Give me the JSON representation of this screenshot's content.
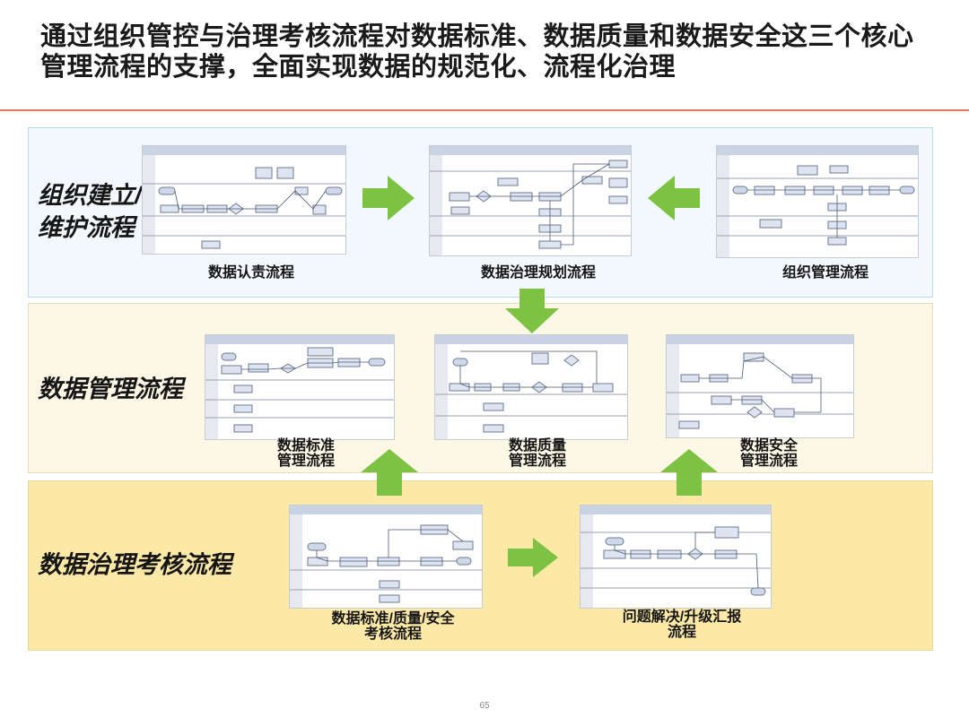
{
  "slide": {
    "title_line1": "通过组织管控与治理考核流程对数据标准、数据质量和数据安全这三个核心",
    "title_line2": "管理流程的支撑，全面实现数据的规范化、流程化治理",
    "page_number": "65"
  },
  "bands": {
    "org": {
      "label_line1": "组织建立/",
      "label_line2": "维护流程",
      "flows": [
        {
          "caption": "数据认责流程"
        },
        {
          "caption": "数据治理规划流程"
        },
        {
          "caption": "组织管理流程"
        }
      ]
    },
    "mgmt": {
      "label": "数据管理流程",
      "flows": [
        {
          "caption_line1": "数据标准",
          "caption_line2": "管理流程"
        },
        {
          "caption_line1": "数据质量",
          "caption_line2": "管理流程"
        },
        {
          "caption_line1": "数据安全",
          "caption_line2": "管理流程"
        }
      ]
    },
    "assess": {
      "label": "数据治理考核流程",
      "flows": [
        {
          "caption_line1": "数据标准/质量/安全",
          "caption_line2": "考核流程"
        },
        {
          "caption_line1": "问题解决/升级汇报",
          "caption_line2": "流程"
        }
      ]
    }
  },
  "colors": {
    "arrow": "#7dc242",
    "title_rule": "#e07b62",
    "band_org": "#f2f8fd",
    "band_mgmt": "#fdf7e6",
    "band_assess": "#fde9a7"
  }
}
